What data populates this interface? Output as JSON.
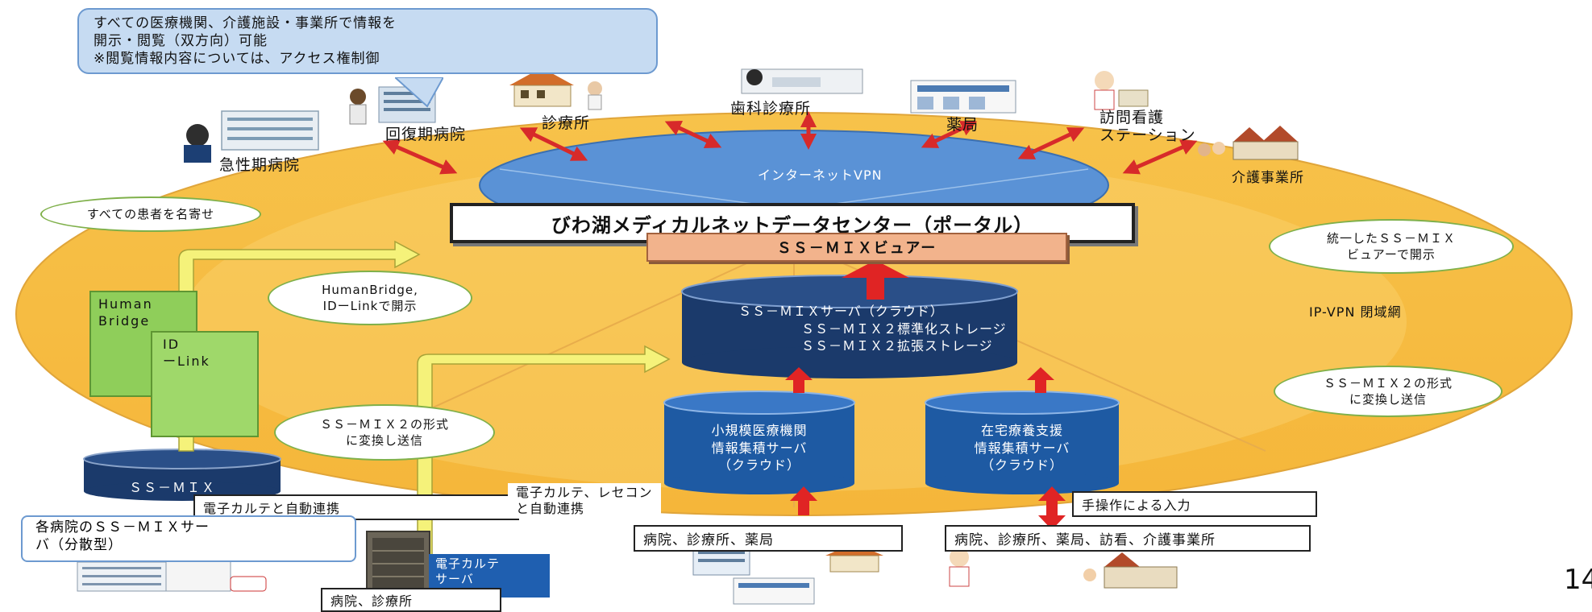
{
  "top_note": {
    "line1": "すべての医療機関、介護施設・事業所で情報を",
    "line2": "開示・閲覧（双方向）可能",
    "line3": "※閲覧情報内容については、アクセス権制御"
  },
  "facilities": {
    "recovery_hospital": "回復期病院",
    "clinic": "診療所",
    "dental_clinic": "歯科診療所",
    "pharmacy": "薬局",
    "home_nursing": "訪問看護\nステーション",
    "acute_hospital": "急性期病院",
    "care_office": "介護事業所"
  },
  "network": {
    "internet_vpn": "インターネットVPN",
    "ip_vpn": "IP-VPN 閉域網"
  },
  "portal_title": "びわ湖メディカルネットデータセンター（ポータル）",
  "viewer_title": "ＳＳ－ＭＩＸビュアー",
  "callouts": {
    "all_patients": "すべての患者を名寄せ",
    "unified_viewer": "統一したＳＳ－ＭＩＸ\nビュアーで開示",
    "humanbridge": "HumanBridge,\nIDーLinkで開示",
    "convert_left": "ＳＳ－ＭＩＸ２の形式\nに変換し送信",
    "convert_right": "ＳＳ－ＭＩＸ２の形式\nに変換し送信"
  },
  "cloud_server": {
    "line1": "ＳＳ－ＭＩＸサーバ（クラウド）",
    "line2": "ＳＳ－ＭＩＸ２標準化ストレージ",
    "line3": "ＳＳ－ＭＩＸ２拡張ストレージ"
  },
  "small_server": {
    "line1": "小規模医療機関",
    "line2": "情報集積サーバ",
    "line3": "（クラウド）"
  },
  "home_server": {
    "line1": "在宅療養支援",
    "line2": "情報集積サーバ",
    "line3": "（クラウド）"
  },
  "systems": {
    "humanbridge_card": "Human\nBridge",
    "idlink_card": "ID\n ーLink",
    "ssmix_local": "ＳＳ－ＭＩＸ",
    "ehr_server": "電子カルテ\nサーバ"
  },
  "labels": {
    "ehr_auto": "電子カルテと自動連携",
    "ehr_receipt": "電子カルテ、レセコン\nと自動連携",
    "manual_input": "手操作による入力",
    "hospital_ssmix": "各病院のＳＳ－ＭＩＸサー\nバ（分散型）",
    "sources_small": "病院、診療所、薬局",
    "sources_home": "病院、診療所、薬局、訪看、介護事業所",
    "sources_ehr": "病院、診療所"
  },
  "page_number": "14"
}
